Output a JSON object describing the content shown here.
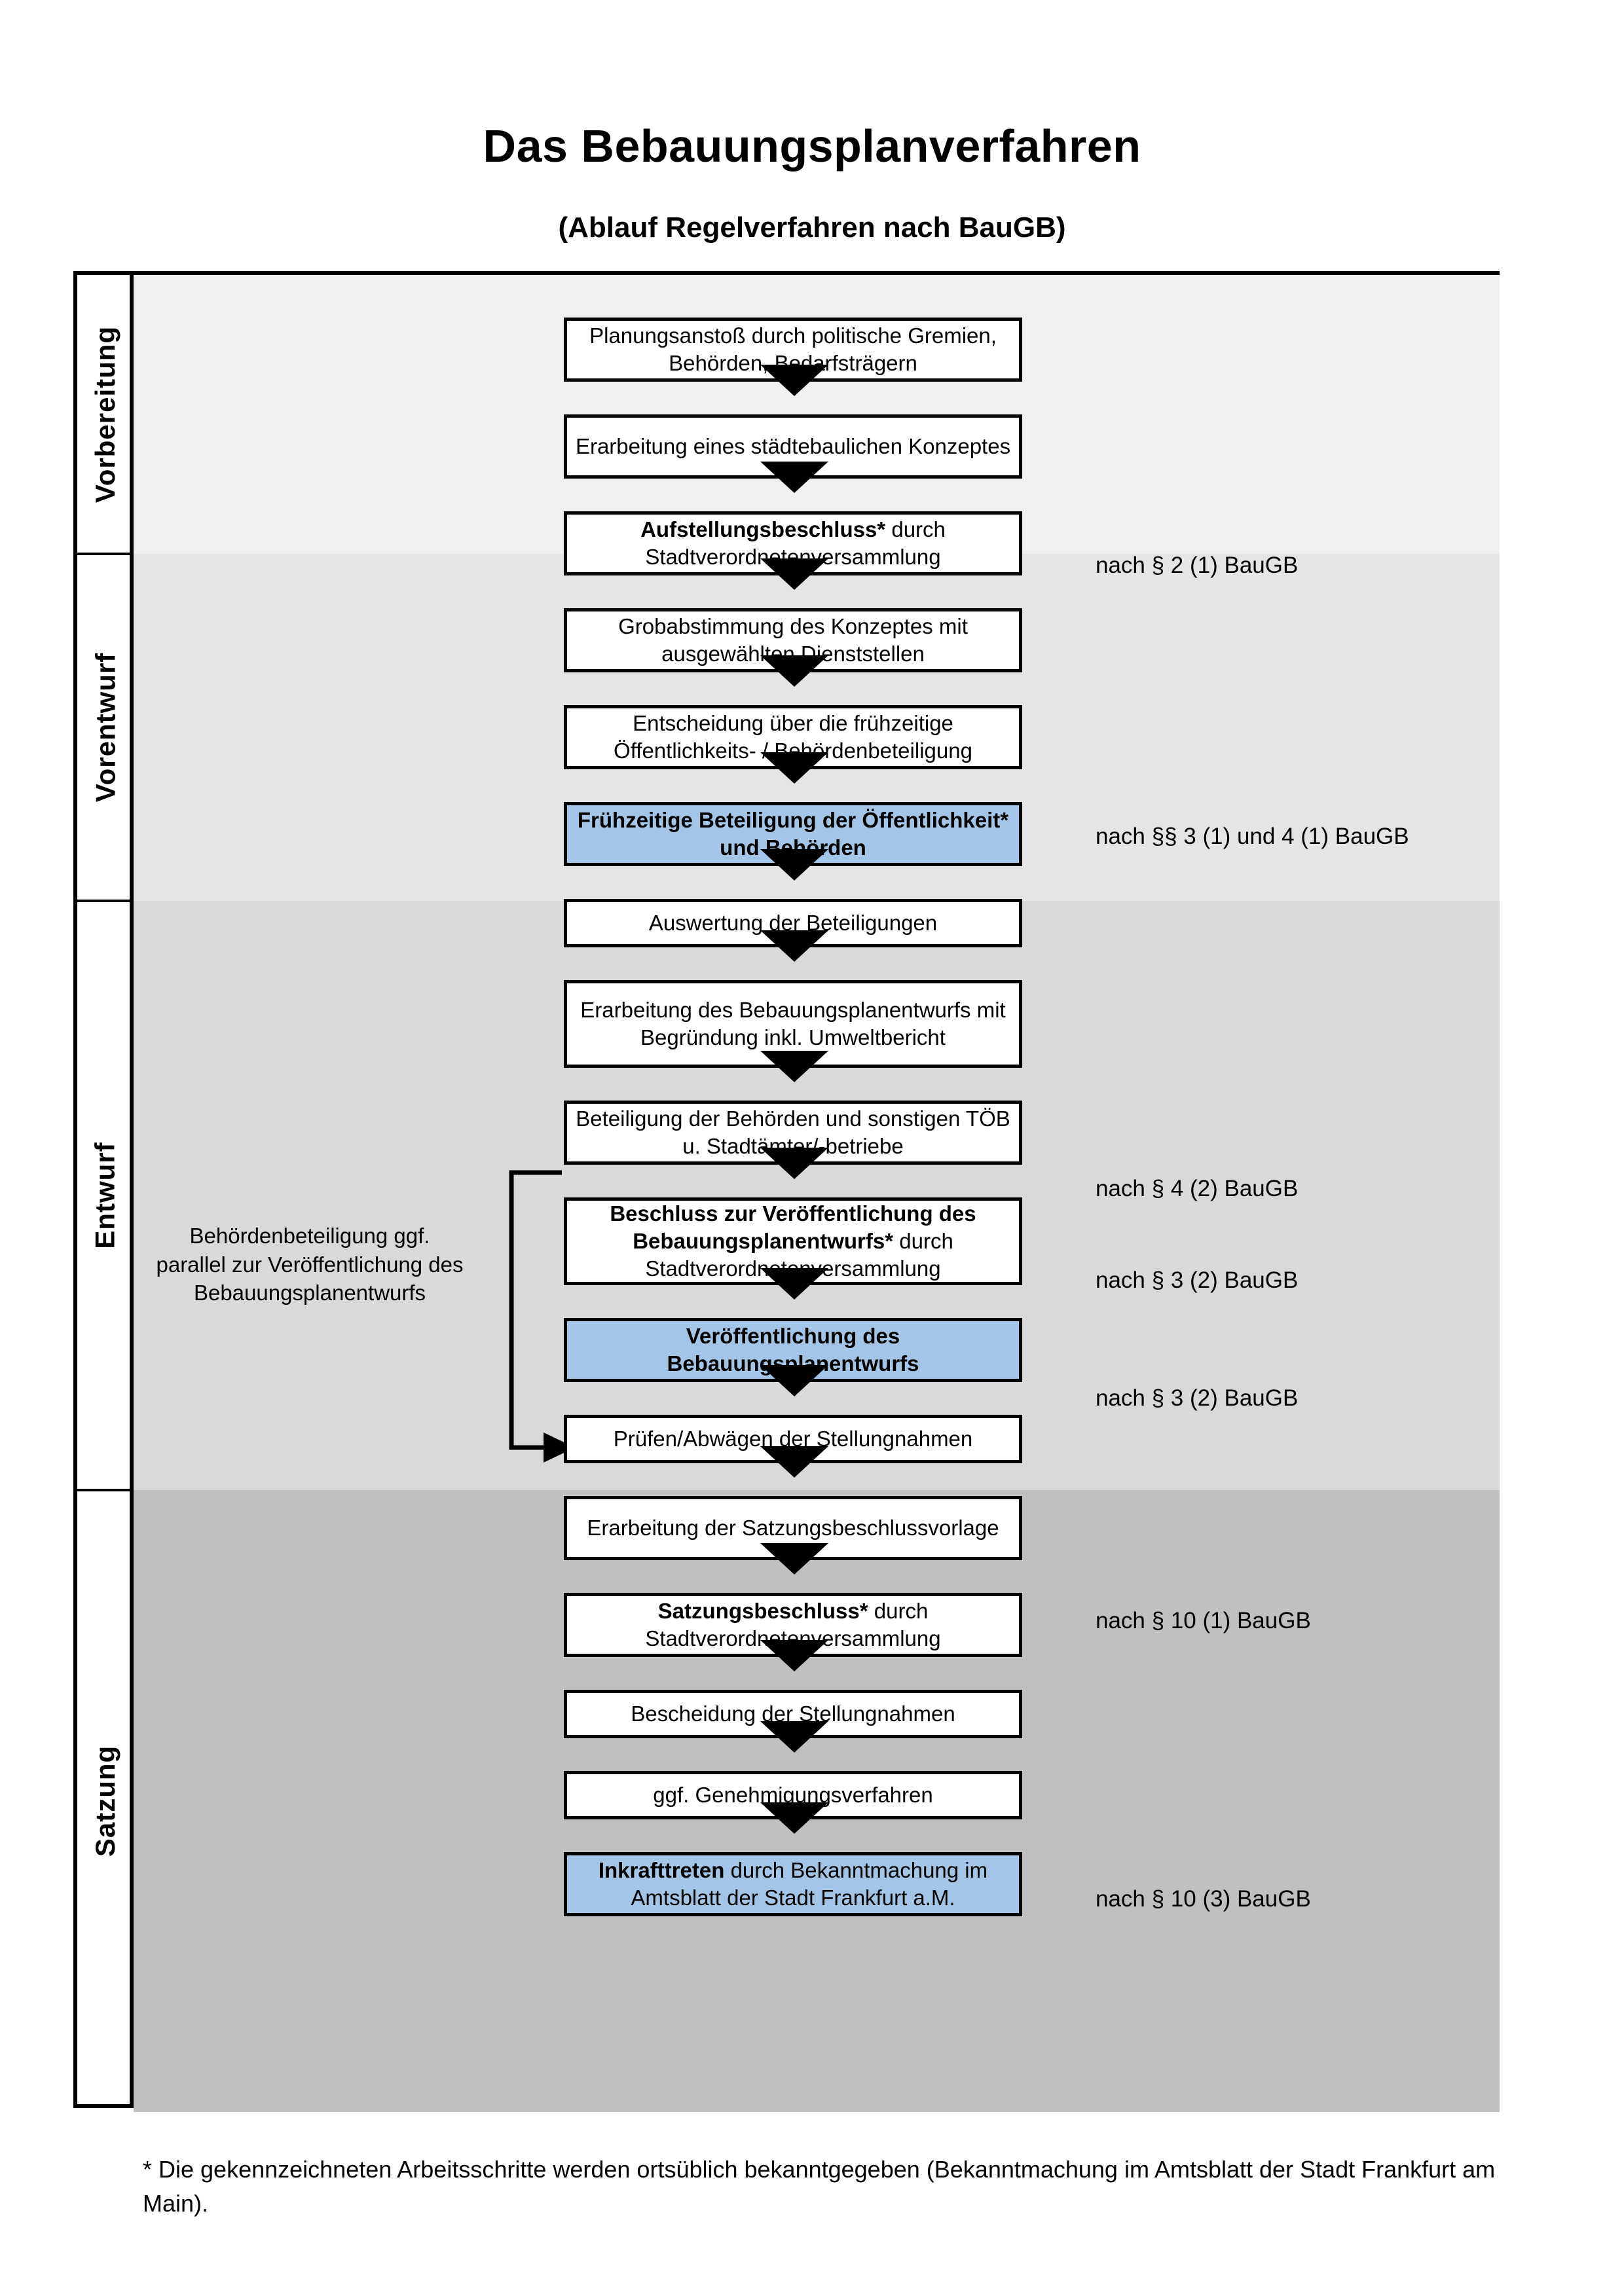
{
  "title": "Das Bebauungsplanverfahren",
  "subtitle": "(Ablauf Regelverfahren nach BauGB)",
  "phases": [
    {
      "label": "Vorbereitung",
      "bg": "#F0F0F0"
    },
    {
      "label": "Vorentwurf",
      "bg": "#E5E5E5"
    },
    {
      "label": "Entwurf",
      "bg": "#D9D9D9"
    },
    {
      "label": "Satzung",
      "bg": "#C0C0C0"
    }
  ],
  "steps": [
    {
      "id": "planungsanstoss",
      "text": "Planungsanstoß durch politische Gremien, Behörden, Bedarfsträgern",
      "bold": "",
      "blue": false
    },
    {
      "id": "konzept",
      "text": "Erarbeitung eines städtebaulichen Konzeptes",
      "bold": "",
      "blue": false
    },
    {
      "id": "aufstellungsbeschluss",
      "text": "Aufstellungsbeschluss* durch Stadtverordnetenversammlung",
      "bold": "Aufstellungsbeschluss*",
      "blue": false
    },
    {
      "id": "grobabstimmung",
      "text": "Grobabstimmung des Konzeptes mit ausgewählten Dienststellen",
      "bold": "",
      "blue": false
    },
    {
      "id": "entscheidung",
      "text": "Entscheidung über die frühzeitige Öffentlichkeits- / Behördenbeteiligung",
      "bold": "",
      "blue": false
    },
    {
      "id": "fruehzeitige-beteiligung",
      "text": "Frühzeitige Beteiligung der Öffentlichkeit* und Behörden",
      "bold": "ALL",
      "blue": true
    },
    {
      "id": "auswertung",
      "text": "Auswertung der Beteiligungen",
      "bold": "",
      "blue": false
    },
    {
      "id": "erarbeitung-entwurf",
      "text": "Erarbeitung des Bebauungsplanentwurfs mit Begründung inkl. Umweltbericht",
      "bold": "",
      "blue": false
    },
    {
      "id": "beteiligung-behoerden",
      "text": "Beteiligung der Behörden und sonstigen TÖB u. Stadtämter/-betriebe",
      "bold": "",
      "blue": false
    },
    {
      "id": "beschluss-veroeff",
      "text": "Beschluss zur Veröffentlichung des Bebauungsplanentwurfs* durch Stadtverordnetenversammlung",
      "bold": "Beschluss zur Veröffentlichung des Bebauungsplanentwurfs*",
      "blue": false
    },
    {
      "id": "veroeffentlichung",
      "text": "Veröffentlichung des Bebauungsplanentwurfs",
      "bold": "ALL",
      "blue": true
    },
    {
      "id": "pruefen-abwaegen",
      "text": "Prüfen/Abwägen der Stellungnahmen",
      "bold": "",
      "blue": false
    },
    {
      "id": "satzungsvorlage",
      "text": "Erarbeitung der Satzungsbeschlussvorlage",
      "bold": "",
      "blue": false
    },
    {
      "id": "satzungsbeschluss",
      "text": "Satzungsbeschluss* durch Stadtverordnetenversammlung",
      "bold": "Satzungsbeschluss*",
      "blue": false
    },
    {
      "id": "bescheidung",
      "text": "Bescheidung der Stellungnahmen",
      "bold": "",
      "blue": false
    },
    {
      "id": "genehmigungsverfahren",
      "text": "ggf. Genehmigungsverfahren",
      "bold": "",
      "blue": false
    },
    {
      "id": "inkrafttreten",
      "text": "Inkrafttreten durch Bekanntmachung im Amtsblatt der Stadt Frankfurt a.M.",
      "bold": "Inkrafttreten",
      "blue": true
    }
  ],
  "legal_refs": [
    {
      "id": "ref-2-1",
      "text": "nach § 2 (1) BauGB"
    },
    {
      "id": "ref-3-1-4-1",
      "text": "nach §§ 3 (1) und 4 (1) BauGB"
    },
    {
      "id": "ref-4-2",
      "text": "nach § 4 (2) BauGB"
    },
    {
      "id": "ref-3-2-a",
      "text": "nach § 3 (2) BauGB"
    },
    {
      "id": "ref-3-2-b",
      "text": "nach § 3 (2) BauGB"
    },
    {
      "id": "ref-10-1",
      "text": "nach § 10 (1) BauGB"
    },
    {
      "id": "ref-10-3",
      "text": "nach § 10 (3) BauGB"
    }
  ],
  "side_note": "Behördenbeteiligung ggf. parallel zur Veröffentlichung des Bebauungsplanentwurfs",
  "footnote": "* Die gekennzeichneten Arbeitsschritte werden ortsüblich bekanntgegeben (Bekanntmachung im Amtsblatt  der Stadt Frankfurt am Main).",
  "colors": {
    "highlight_blue": "#A3C6E8",
    "box_border": "#000000",
    "band_1": "#F0F0F0",
    "band_2": "#E5E5E5",
    "band_3": "#D9D9D9",
    "band_4": "#C0C0C0"
  }
}
